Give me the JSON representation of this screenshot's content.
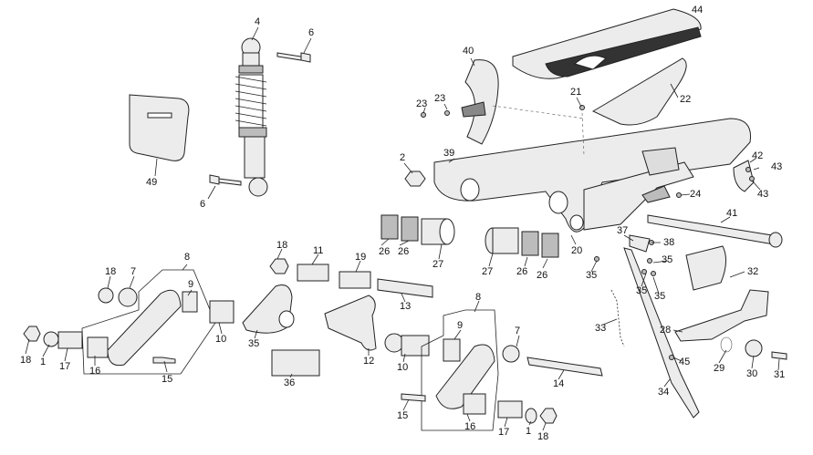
{
  "diagram": {
    "labels": [
      "44",
      "4",
      "6",
      "40",
      "23",
      "23",
      "21",
      "22",
      "49",
      "39",
      "2",
      "42",
      "43",
      "43",
      "6",
      "24",
      "41",
      "18",
      "11",
      "19",
      "26",
      "26",
      "27",
      "27",
      "26",
      "26",
      "20",
      "37",
      "38",
      "8",
      "18",
      "7",
      "9",
      "35",
      "35",
      "35",
      "35",
      "32",
      "13",
      "35",
      "8",
      "33",
      "28",
      "18",
      "1",
      "17",
      "16",
      "15",
      "10",
      "12",
      "36",
      "9",
      "7",
      "10",
      "14",
      "45",
      "29",
      "30",
      "31",
      "34",
      "15",
      "16",
      "17",
      "1",
      "18"
    ]
  }
}
